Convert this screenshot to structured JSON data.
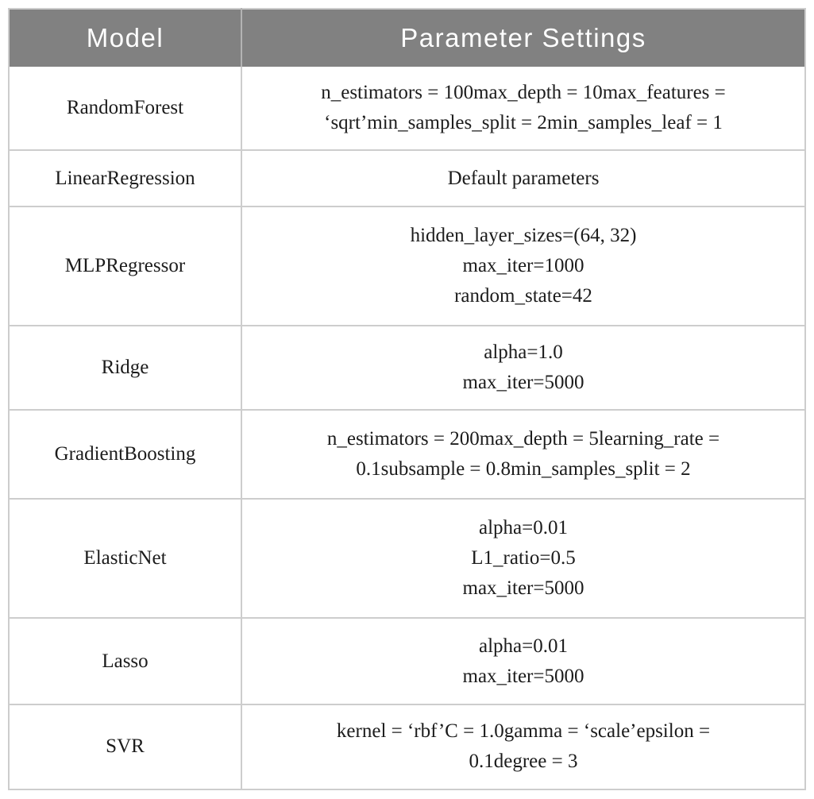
{
  "table": {
    "colors": {
      "header_bg": "#818181",
      "header_text": "#ffffff",
      "header_divider": "#b3b3b3",
      "border": "#cdcdcd",
      "body_text": "#1c1c1c",
      "page_bg": "#ffffff"
    },
    "headers": [
      "Model",
      "Parameter Settings"
    ],
    "rows": [
      {
        "model": "RandomForest",
        "params": "n_estimators = 100max_depth = 10max_features =\n‘sqrt’min_samples_split = 2min_samples_leaf = 1"
      },
      {
        "model": "LinearRegression",
        "params": "Default parameters"
      },
      {
        "model": "MLPRegressor",
        "params": "hidden_layer_sizes=(64, 32)\nmax_iter=1000\nrandom_state=42"
      },
      {
        "model": "Ridge",
        "params": "alpha=1.0\nmax_iter=5000"
      },
      {
        "model": "GradientBoosting",
        "params": "n_estimators = 200max_depth = 5learning_rate =\n0.1subsample = 0.8min_samples_split = 2"
      },
      {
        "model": "ElasticNet",
        "params": "alpha=0.01\nL1_ratio=0.5\nmax_iter=5000"
      },
      {
        "model": "Lasso",
        "params": "alpha=0.01\nmax_iter=5000"
      },
      {
        "model": "SVR",
        "params": "kernel = ‘rbf’C = 1.0gamma = ‘scale’epsilon =\n0.1degree = 3"
      }
    ]
  }
}
